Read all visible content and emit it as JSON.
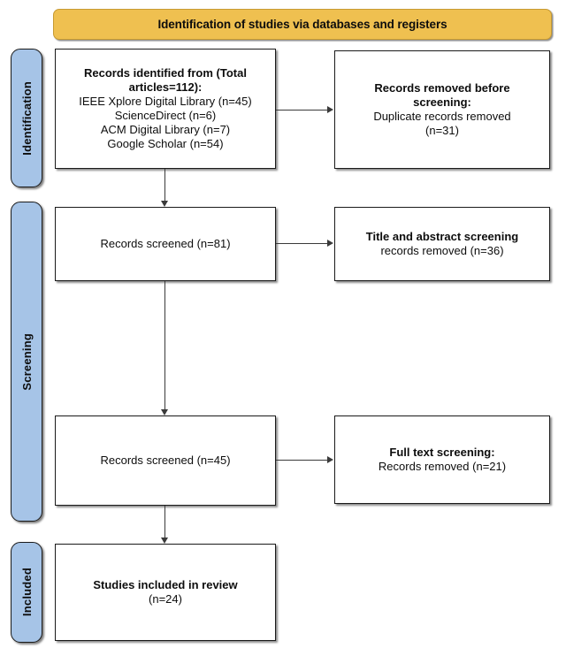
{
  "diagram": {
    "title": "Identification of studies via databases and registers",
    "type": "PRISMA flow diagram",
    "colors": {
      "banner_fill": "#EFC050",
      "stage_pill_fill": "#A6C4E7",
      "box_fill": "#FFFFFF",
      "stroke": "#1A1A1A",
      "connector": "#3A3A3A"
    },
    "stages": [
      {
        "id": "identification",
        "label": "Identification"
      },
      {
        "id": "screening",
        "label": "Screening"
      },
      {
        "id": "included",
        "label": "Included"
      }
    ],
    "boxes": [
      {
        "id": "records-identified",
        "stage": "identification",
        "column": "main",
        "lines": [
          {
            "text": "Records identified from (Total",
            "bold": true
          },
          {
            "text": "articles=112):",
            "bold": true
          },
          {
            "text": "IEEE Xplore Digital Library  (n=45)",
            "bold": false
          },
          {
            "text": "ScienceDirect (n=6)",
            "bold": false
          },
          {
            "text": "ACM Digital Library (n=7)",
            "bold": false
          },
          {
            "text": "Google Scholar (n=54)",
            "bold": false
          }
        ]
      },
      {
        "id": "records-removed-before-screening",
        "stage": "identification",
        "column": "side",
        "lines": [
          {
            "text": "Records removed before",
            "bold": true
          },
          {
            "text": "screening:",
            "bold": true
          },
          {
            "text": "Duplicate records removed",
            "bold": false
          },
          {
            "text": "(n=31)",
            "bold": false
          }
        ]
      },
      {
        "id": "records-screened-81",
        "stage": "screening",
        "column": "main",
        "lines": [
          {
            "text": "Records screened (n=81)",
            "bold": false
          }
        ]
      },
      {
        "id": "title-abstract-screening",
        "stage": "screening",
        "column": "side",
        "lines": [
          {
            "text": "Title and abstract screening",
            "bold": true
          },
          {
            "text": "records removed (n=36)",
            "bold": false
          }
        ]
      },
      {
        "id": "records-screened-45",
        "stage": "screening",
        "column": "main",
        "lines": [
          {
            "text": "Records screened (n=45)",
            "bold": false
          }
        ]
      },
      {
        "id": "full-text-screening",
        "stage": "screening",
        "column": "side",
        "lines": [
          {
            "text": "Full text screening:",
            "bold": true
          },
          {
            "text": "Records removed (n=21)",
            "bold": false
          }
        ]
      },
      {
        "id": "studies-included",
        "stage": "included",
        "column": "main",
        "lines": [
          {
            "text": "Studies included in review",
            "bold": true
          },
          {
            "text": "(n=24)",
            "bold": false
          }
        ]
      }
    ],
    "counts": {
      "total_articles": 112,
      "ieee_xplore": 45,
      "science_direct": 6,
      "acm_digital_library": 7,
      "google_scholar": 54,
      "duplicates_removed": 31,
      "screened_first": 81,
      "title_abstract_removed": 36,
      "screened_second": 45,
      "full_text_removed": 21,
      "included": 24
    }
  }
}
